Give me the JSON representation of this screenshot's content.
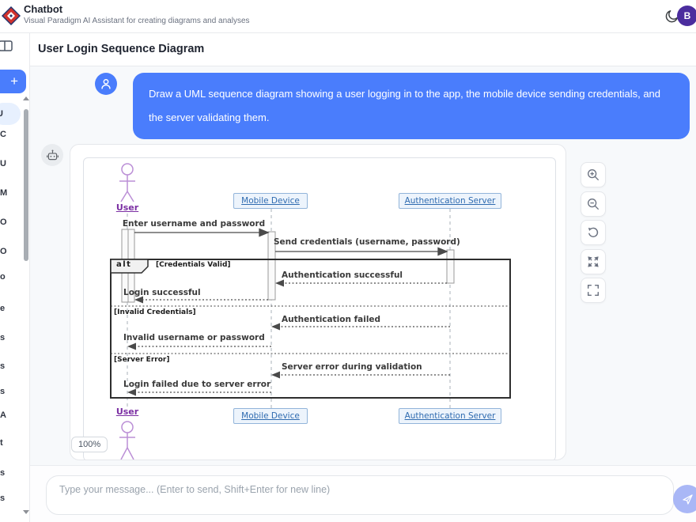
{
  "header": {
    "app_title": "Chatbot",
    "app_subtitle": "Visual Paradigm AI Assistant for creating diagrams and analyses",
    "avatar_initial": "B"
  },
  "sidebar": {
    "new_chat_label": "+",
    "items": [
      "U",
      "C",
      "U",
      "M",
      "O",
      "O",
      "o",
      "e",
      "s",
      "s",
      "s",
      "A",
      "t",
      "s",
      "s"
    ]
  },
  "page": {
    "title": "User Login Sequence Diagram"
  },
  "chat": {
    "user_message": "Draw a UML sequence diagram showing a user logging in to the app, the mobile device sending credentials, and the server validating them.",
    "zoom_level": "100%"
  },
  "diagram": {
    "participants": {
      "user": "User",
      "mobile": "Mobile Device",
      "server": "Authentication Server"
    },
    "fragment": {
      "operator": "alt",
      "guards": [
        "[Credentials Valid]",
        "[Invalid Credentials]",
        "[Server Error]"
      ]
    },
    "messages": {
      "enter_credentials": "Enter username and password",
      "send_credentials": "Send credentials (username, password)",
      "auth_success": "Authentication successful",
      "login_success": "Login successful",
      "auth_failed": "Authentication failed",
      "invalid_credentials": "Invalid username or password",
      "server_error": "Server error during validation",
      "login_failed": "Login failed due to server error"
    }
  },
  "composer": {
    "placeholder": "Type your message... (Enter to send, Shift+Enter for new line)"
  },
  "colors": {
    "accent": "#4a7dfc",
    "user_avatar": "#4b2d9e",
    "actor": "#bb8fd6",
    "participant_text": "#2f6bb0"
  }
}
